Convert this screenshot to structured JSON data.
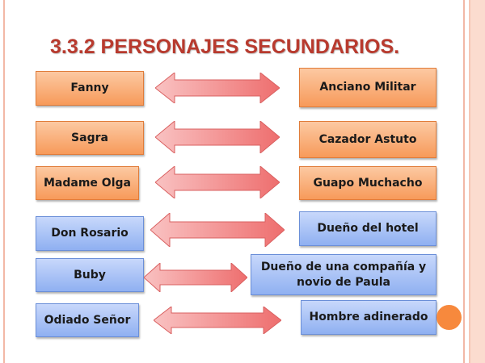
{
  "title": "3.3.2 PERSONAJES SECUNDARIOS.",
  "pairs": [
    {
      "left": "Fanny",
      "right": "Anciano Militar"
    },
    {
      "left": "Sagra",
      "right": "Cazador Astuto"
    },
    {
      "left": "Madame Olga",
      "right": "Guapo Muchacho"
    },
    {
      "left": "Don Rosario",
      "right": "Dueño del hotel"
    },
    {
      "left": "Buby",
      "right": "Dueño de una compañía y novio de Paula"
    },
    {
      "left": "Odiado Señor",
      "right": "Hombre adinerado"
    }
  ],
  "colors": {
    "title": "#b83a2e",
    "orange_box": "#f79a5a",
    "blue_box": "#8fb0f1",
    "arrow": "#f08080"
  }
}
